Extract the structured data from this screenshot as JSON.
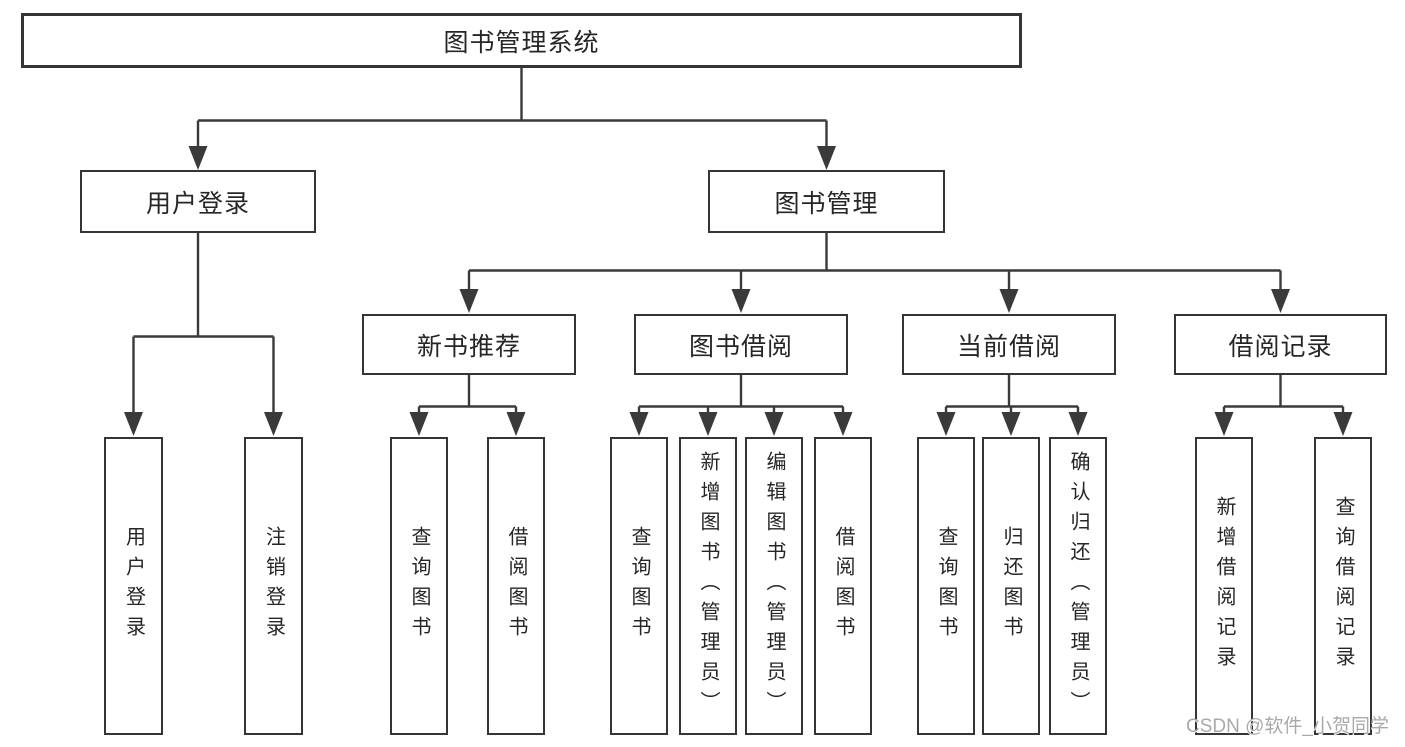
{
  "diagram": {
    "root": {
      "label": "图书管理系统",
      "children": [
        {
          "label": "用户登录",
          "children": [
            {
              "label": "用户登录"
            },
            {
              "label": "注销登录"
            }
          ]
        },
        {
          "label": "图书管理",
          "children": [
            {
              "label": "新书推荐",
              "children": [
                {
                  "label": "查询图书"
                },
                {
                  "label": "借阅图书"
                }
              ]
            },
            {
              "label": "图书借阅",
              "children": [
                {
                  "label": "查询图书"
                },
                {
                  "label": "新增图书（管理员）"
                },
                {
                  "label": "编辑图书（管理员）"
                },
                {
                  "label": "借阅图书"
                }
              ]
            },
            {
              "label": "当前借阅",
              "children": [
                {
                  "label": "查询图书"
                },
                {
                  "label": "归还图书"
                },
                {
                  "label": "确认归还（管理员）"
                }
              ]
            },
            {
              "label": "借阅记录",
              "children": [
                {
                  "label": "新增借阅记录"
                },
                {
                  "label": "查询借阅记录"
                }
              ]
            }
          ]
        }
      ]
    }
  },
  "watermark": {
    "text": "CSDN @软件_小贺同学"
  },
  "colors": {
    "line": "#3a3a3a",
    "box_border": "#353535",
    "text": "#262626",
    "watermark": "#a9a9a9",
    "background": "#ffffff"
  }
}
